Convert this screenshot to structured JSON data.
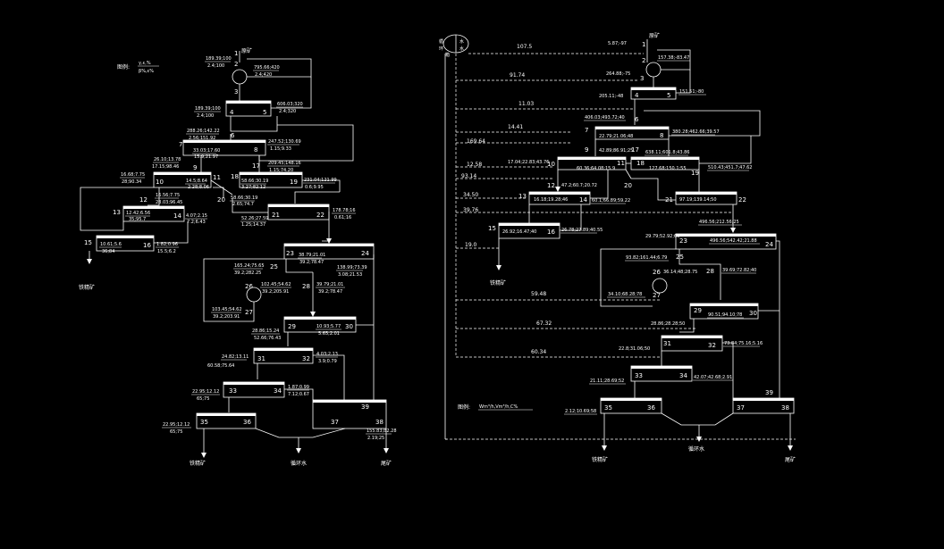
{
  "left": {
    "legend_label": "图例:",
    "legend_top": "γ,ε,%",
    "legend_bottom": "β%,ε%",
    "feed_label": "原矿",
    "feed_value_top": "189.39;100",
    "feed_value_bottom": "2.4;100",
    "n2_value_top": "795.66;420",
    "n2_value_bottom": "2.4;420",
    "n3_value_top": "189.39;100",
    "n3_value_bottom": "2.4;100",
    "n5_value_top": "606.03;320",
    "n5_value_bottom": "2.4;320",
    "n6_value_top": "288.26;142.22",
    "n6_value_bottom": "2.56;151.92",
    "n7_value_top": "33.03;17.60",
    "n7_value_bottom": "15.9;21.97",
    "n8_value_top": "247.52;130.69",
    "n8_value_bottom": "1.15;9.33",
    "n9_value_top": "26.10;13.78",
    "n9_value_bottom": "17.15;98.46",
    "n10_value_top": "16.68;7.75",
    "n10_value_bottom": "28;90.34",
    "n11_value_top": "14.5;8.64",
    "n11_value_bottom": "2.28;8.06",
    "n17_value_top": "209.45;148.16",
    "n17_value_bottom": "1.15;74.20",
    "n18_value_top": "58.66;30.19",
    "n18_value_bottom": "3.27;82.12",
    "n19_value_top": "231.04;121.99",
    "n19_value_bottom": "0.6;9.95",
    "n12_value_top": "16.56;7.75",
    "n12_value_bottom": "28.03;96.45",
    "n13_value_top": "12.42;6.56",
    "n13_value_bottom": "35;95.7",
    "n14_value_top": "4.07;2.15",
    "n14_value_bottom": "7.2;6.43",
    "n20_value_top": "58.66;30.19",
    "n20_value_bottom": "2.65;74.7",
    "n22_value_top": "178.78;16",
    "n22_value_bottom": "0.61;16",
    "n21_value_top": "52.26;27.59",
    "n21_value_bottom": "1.25;14.37",
    "n16_value_top": "1.82;0.96",
    "n16_value_bottom": "15.5;6.2",
    "n15_value_top": "10.61;5.6",
    "n15_value_bottom": "36;84",
    "n23_value_top": "38.79;21.01",
    "n23_value_bottom": "39.2;78.47",
    "n24_value_top": "138.99;73.39",
    "n24_value_bottom": "3.08;21.53",
    "n25_value_top": "165.24;75.65",
    "n25_value_bottom": "39.2;282.25",
    "n26_value_top": "102.45;54.62",
    "n26_value_bottom": "39.2;205.91",
    "n27_value_top": "103.45;54.62",
    "n27_value_bottom": "39.2;203.91",
    "n28_value_top": "39.79;21.01",
    "n28_value_bottom": "39.2;78.47",
    "n29_value_top": "28.86;15.24",
    "n29_value_bottom": "52.66;76.43",
    "n30_value_top": "10.93;5.77",
    "n30_value_bottom": "5.65;2.01",
    "n31_value_top": "24.82;13.11",
    "n31_value_bottom": "60.58;75.64",
    "n32_value_top": "4.03;2.13",
    "n32_value_bottom": "3.9;0.79",
    "n33_value_top": "22.95;12.12",
    "n33_value_bottom": "65;75",
    "n34_value_top": "1.87;0.99",
    "n34_value_bottom": "7.12;0.67",
    "n35_value_top": "22.95;12.12",
    "n35_value_bottom": "65;75",
    "n39_value_top": "155.83;82.28",
    "n39_value_bottom": "2.19;25",
    "out_iron": "铁精矿",
    "out_iron2": "铁精矿",
    "out_water": "循环水",
    "out_tail": "尾矿",
    "nodes": [
      "1",
      "2",
      "3",
      "4",
      "5",
      "6",
      "7",
      "8",
      "9",
      "10",
      "11",
      "12",
      "13",
      "14",
      "15",
      "16",
      "17",
      "18",
      "19",
      "20",
      "21",
      "22",
      "23",
      "24",
      "25",
      "26",
      "27",
      "28",
      "29",
      "30",
      "31",
      "32",
      "33",
      "34",
      "35",
      "36",
      "37",
      "38",
      "39"
    ]
  },
  "right": {
    "tank_label_1": "循",
    "tank_label_2": "环",
    "tank_label_3": "水",
    "tank_label_4": "水",
    "tank_label_5": "箱",
    "feed_label": "原矿",
    "flow_107": "107.5",
    "flow_91": "91.74",
    "flow_11": "11.03",
    "flow_14": "14.41",
    "flow_169": "169.64",
    "flow_12": "12.58",
    "flow_93": "93.14",
    "flow_34": "34.50",
    "flow_39": "39.76",
    "flow_19": "19.0",
    "flow_59": "59.48",
    "flow_67": "67.32",
    "flow_60": "60.34",
    "v_1": "5.87;-97",
    "v_2": "157.38;-83.47",
    "v_3": "264.88;-75",
    "v_5": "151.51;-80",
    "v_4": "205.11;-48",
    "v_6": "406.03;493.72;40",
    "v_7": "22.79;21.06;48",
    "v_8": "380.28;462.66;39.57",
    "v_9": "42.89;86.91;25",
    "v_17": "638.11;601.8;43.86",
    "v_10": "17.04;22.83;43.76",
    "v_11": "60.36;64.08;15.9",
    "v_18": "127.68;150.1;55",
    "v_19": "510.43;451.7;47.62",
    "v_12": "47.2;60.7;20.72",
    "v_13": "16.18;19.28;46",
    "v_14": "60.1;66.89;59.22",
    "v_21": "97.19;139.14;50",
    "v_22": "496.56;212.56;25",
    "v_16": "26.92;16.47;40",
    "v_16b": "26.78;27.89;40.55",
    "v_23": "29.79;52.92;60",
    "v_24": "496.56;542.42;21.88",
    "v_25": "93.82;161.44;6.79",
    "v_26": "36.14;48;28.75",
    "v_26b": "39.69;72.82;40",
    "v_27": "34.10;68.28;78",
    "v_29": "90.51;94.10;78",
    "v_31": "28.86;28.28;50",
    "v_32": "22.8;31.06;50",
    "v_32b": "73.84;75.16;5.16",
    "v_33": "21.11;28.69;52",
    "v_34": "42.07;42.68;2.91",
    "v_35": "2.12;10.69;58",
    "legend_label": "图例:",
    "legend_text": "Wm³/h,Vm³/h,C%",
    "out_iron": "铁精矿",
    "out_iron2": "铁精矿",
    "out_water": "循环水",
    "out_tail": "尾矿"
  }
}
